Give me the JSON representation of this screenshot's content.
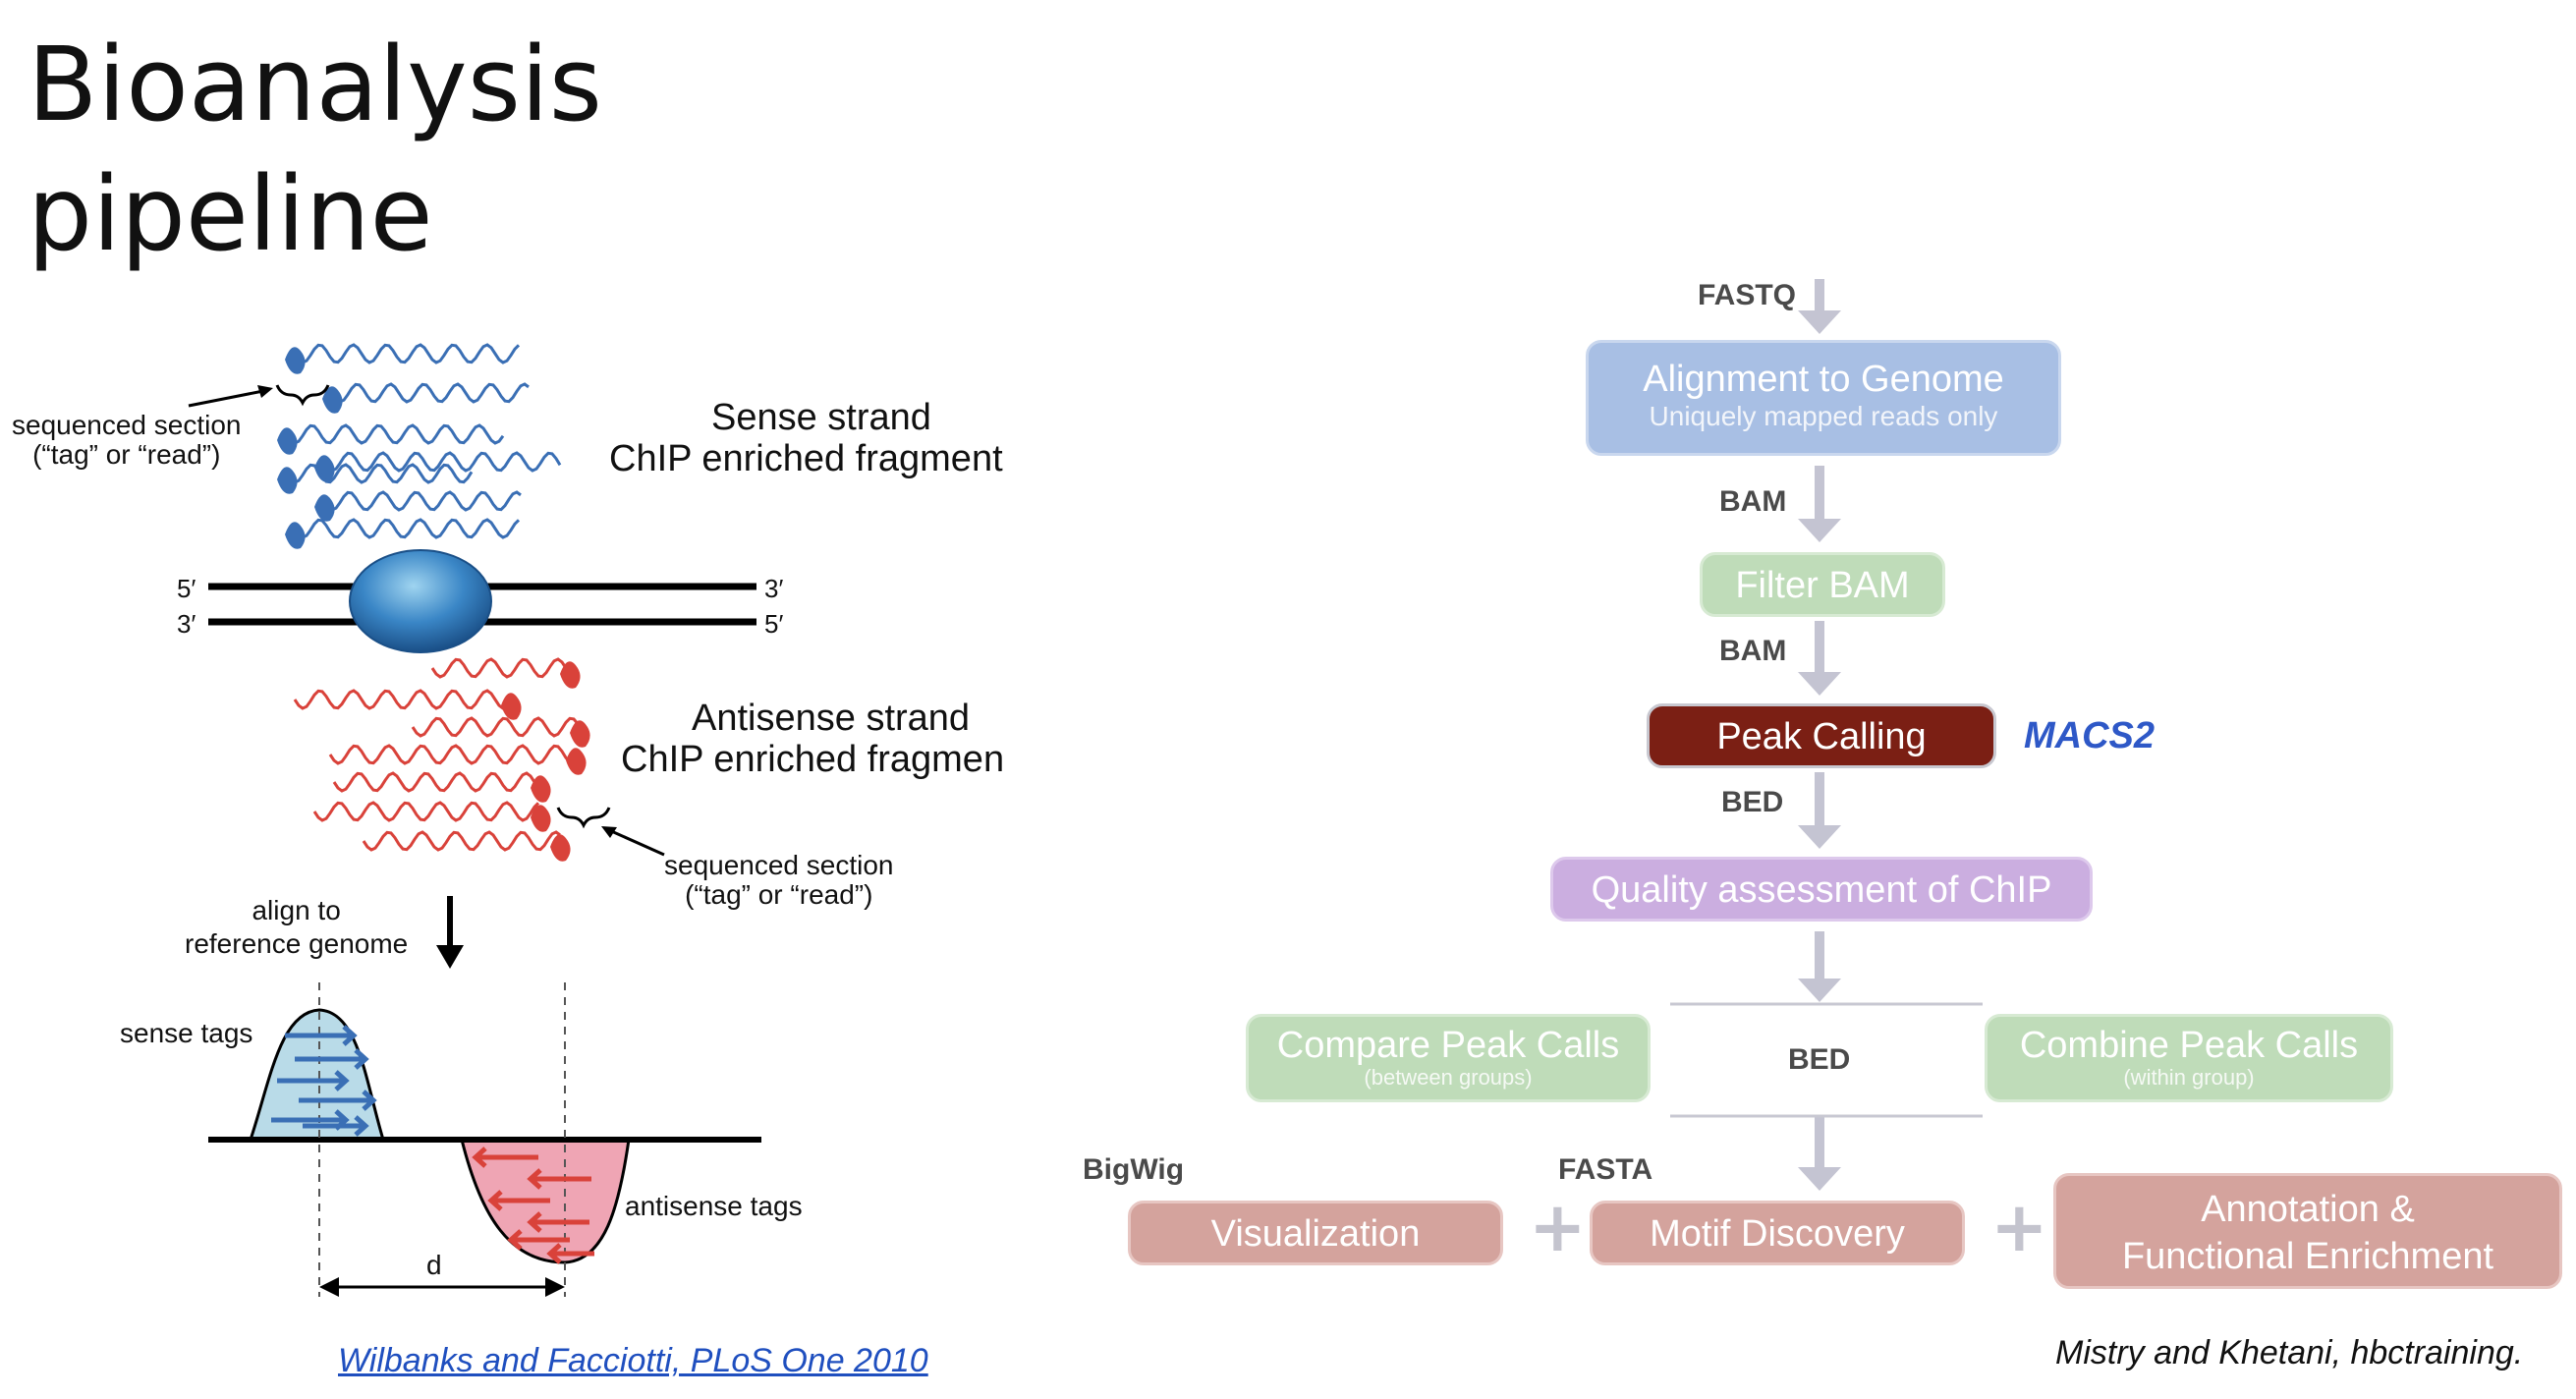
{
  "slide": {
    "title_line1": "Bioanalysis",
    "title_line2": "pipeline"
  },
  "left_figure": {
    "sense_label_line1": "Sense strand",
    "sense_label_line2": "ChIP enriched fragment",
    "antisense_label_line1": "Antisense strand",
    "antisense_label_line2": "ChIP enriched fragmen",
    "seq_section_top_line1": "sequenced section",
    "seq_section_top_line2": "(“tag” or  “read”)",
    "seq_section_bottom_line1": "sequenced section",
    "seq_section_bottom_line2": "(“tag” or  “read”)",
    "strand_top_left": "5′",
    "strand_top_right": "3′",
    "strand_bottom_left": "3′",
    "strand_bottom_right": "5′",
    "align_line1": "align to",
    "align_line2": "reference genome",
    "sense_tags": "sense tags",
    "antisense_tags": "antisense tags",
    "distance_label": "d",
    "citation": "Wilbanks and Facciotti, PLoS One 2010",
    "colors": {
      "sense": "#3a6fb5",
      "antisense": "#d9423a",
      "sense_fill": "#b9dbe8",
      "antisense_fill": "#efa5b4"
    }
  },
  "pipeline": {
    "labels": {
      "fastq": "FASTQ",
      "bam1": "BAM",
      "bam2": "BAM",
      "bed1": "BED",
      "bed2": "BED",
      "bigwig": "BigWig",
      "fasta": "FASTA"
    },
    "alignment": {
      "title": "Alignment to Genome",
      "subtitle": "Uniquely mapped reads only",
      "color": "#a8bfe4"
    },
    "filter_bam": {
      "title": "Filter BAM",
      "color": "#bfdcb9"
    },
    "peak_calling": {
      "title": "Peak Calling",
      "color": "#7b1f14"
    },
    "macs2": "MACS2",
    "quality": {
      "title": "Quality assessment of ChIP",
      "color": "#cbaee0"
    },
    "compare": {
      "title": "Compare Peak Calls",
      "subtitle": "(between groups)",
      "color": "#bfdcb9"
    },
    "combine": {
      "title": "Combine Peak Calls",
      "subtitle": "(within group)",
      "color": "#bfdcb9"
    },
    "visualization": {
      "title": "Visualization",
      "color": "#d4a39d"
    },
    "motif": {
      "title": "Motif Discovery",
      "color": "#d4a39d"
    },
    "annotation": {
      "title_line1": "Annotation &",
      "title_line2": "Functional Enrichment",
      "color": "#d4a39d"
    },
    "plus1": "+",
    "plus2": "+",
    "citation": "Mistry and Khetani, hbctraining."
  }
}
